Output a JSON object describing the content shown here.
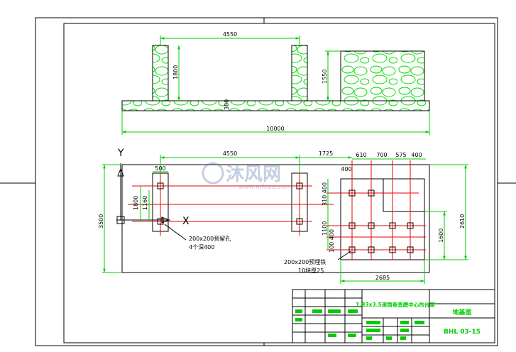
{
  "elevation": {
    "dim_top": "4550",
    "dim_left_height": "1800",
    "dim_right_height": "1550",
    "dim_base_thickness": "300",
    "dim_total_length": "10000"
  },
  "plan": {
    "axis_y": "Y",
    "axis_x": "X",
    "dim_top_center": "4550",
    "dim_top_right": "1725",
    "dim_cols": [
      "610",
      "700",
      "575",
      "400"
    ],
    "dim_500": "500",
    "dim_400_left": "400",
    "dim_1800": "1800",
    "dim_1160": "1160",
    "dim_3500": "3500",
    "dim_310_400": "310 400",
    "dim_1100": "1100",
    "dim_100_400": "100 400",
    "dim_1600": "1600",
    "dim_2610": "2610",
    "dim_2685": "2685",
    "note1_line1": "200x200预留孔",
    "note1_line2": "4个深400",
    "note2_line1": "200x200预埋铁",
    "note2_line2": "10块厚25"
  },
  "title_block": {
    "drawing_title": "1.83x3.5滚筒垂直磨中心的台架",
    "drawing_type": "地基图",
    "drawing_number": "BHL 03-15"
  },
  "watermark": {
    "brand": "沐风网",
    "url": "www.mfcad.com"
  },
  "colors": {
    "frame": "#000000",
    "dimension": "#00cc00",
    "grid": "#ee0000",
    "pattern": "#00dd00"
  }
}
